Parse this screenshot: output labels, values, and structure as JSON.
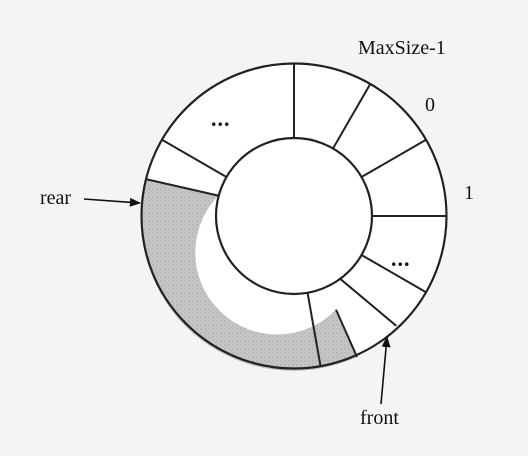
{
  "diagram": {
    "labels": {
      "max_index": "MaxSize-1",
      "index_zero": "0",
      "index_one": "1",
      "rear": "rear",
      "front": "front"
    },
    "ellipsis_top": "...",
    "ellipsis_right": "...",
    "colors": {
      "outline": "#222222",
      "occupied_fill": "#c6c6c6",
      "empty_fill": "#ffffff",
      "background": "#f4f4f2"
    }
  }
}
